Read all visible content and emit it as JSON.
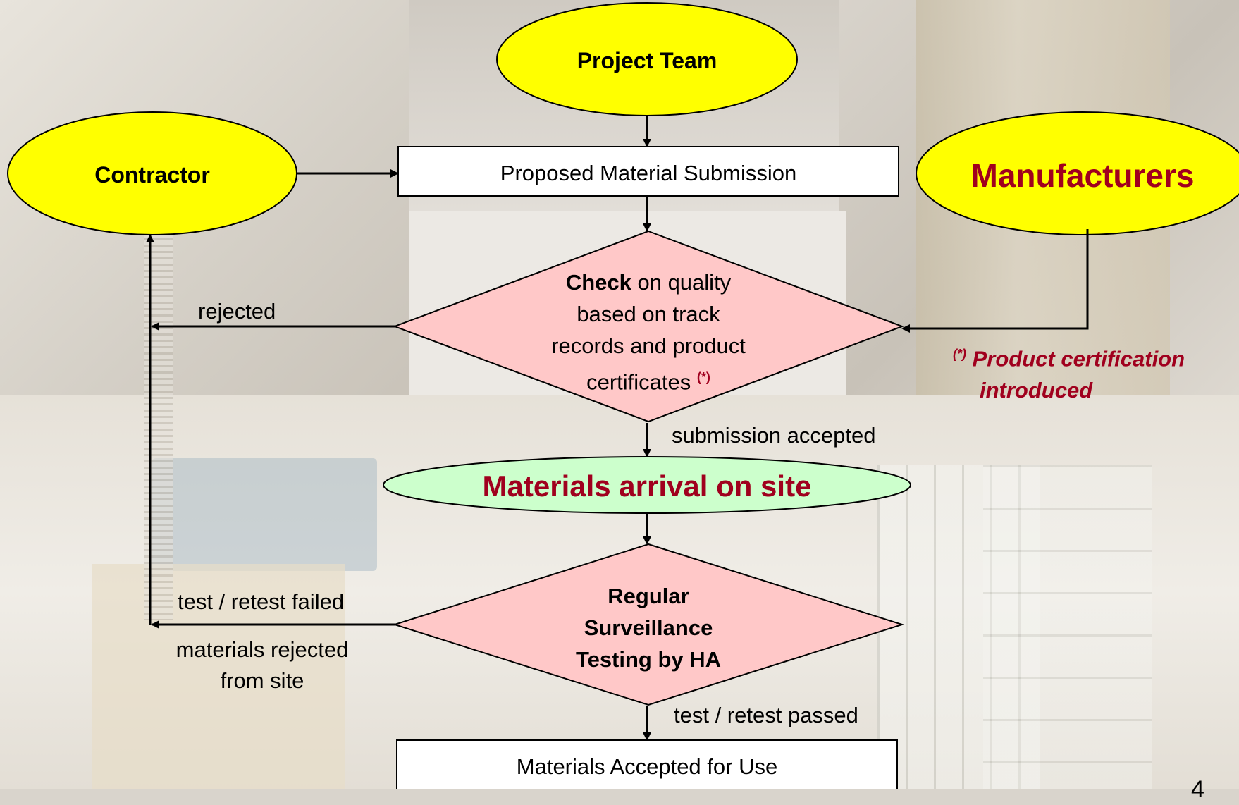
{
  "nodes": {
    "project_team": "Project Team",
    "contractor": "Contractor",
    "manufacturers": "Manufacturers",
    "proposed_submission": "Proposed Material Submission",
    "check_bold": "Check",
    "check_line1_rest": " on quality",
    "check_line2": "based on track",
    "check_line3": "records  and product",
    "check_line4": "certificates",
    "check_mark": "(*)",
    "materials_arrival": "Materials arrival on site",
    "regular_line1": "Regular",
    "regular_line2": "Surveillance",
    "regular_line3": "Testing by HA",
    "materials_accepted": "Materials Accepted for Use"
  },
  "edges": {
    "rejected": "rejected",
    "submission_accepted": "submission accepted",
    "test_failed": "test / retest failed",
    "materials_rejected_line1": "materials rejected",
    "materials_rejected_line2": "from site",
    "test_passed": "test / retest passed"
  },
  "note": {
    "mark": "(*)",
    "line1": "Product certification",
    "line2": "introduced"
  },
  "page_number": "4",
  "colors": {
    "ellipse_fill": "#ffff00",
    "diamond_fill": "#ffc8c8",
    "green_fill": "#ccffcc",
    "accent_red": "#a0001e"
  }
}
